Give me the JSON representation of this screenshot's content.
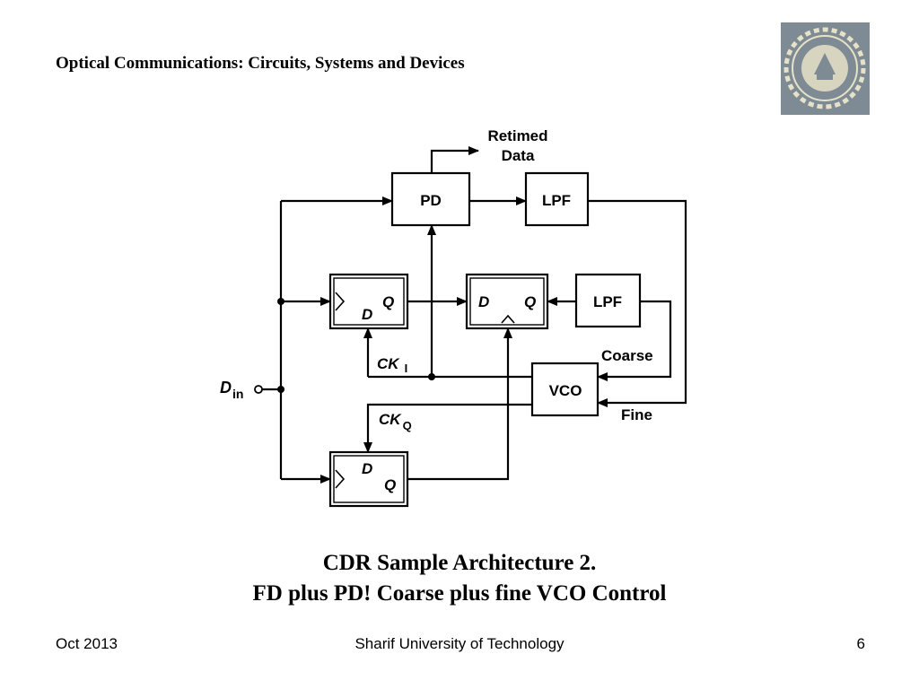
{
  "header": {
    "title": "Optical Communications: Circuits, Systems and Devices"
  },
  "logo": {
    "name": "sharif-university-logo"
  },
  "diagram": {
    "retimed_line1": "Retimed",
    "retimed_line2": "Data",
    "pd": "PD",
    "lpf_top": "LPF",
    "lpf_mid": "LPF",
    "vco": "VCO",
    "ff_i_d": "D",
    "ff_i_q": "Q",
    "ff_mid_d": "D",
    "ff_mid_q": "Q",
    "ff_q_d": "D",
    "ff_q_q": "Q",
    "ck_i": "CK",
    "ck_i_sub": "I",
    "ck_q": "CK",
    "ck_q_sub": "Q",
    "din": "D",
    "din_sub": "in",
    "coarse": "Coarse",
    "fine": "Fine"
  },
  "caption": {
    "line1": "CDR Sample Architecture 2.",
    "line2": "FD plus PD! Coarse plus fine VCO Control"
  },
  "footer": {
    "date": "Oct 2013",
    "institution": "Sharif University of Technology",
    "page": "6"
  }
}
